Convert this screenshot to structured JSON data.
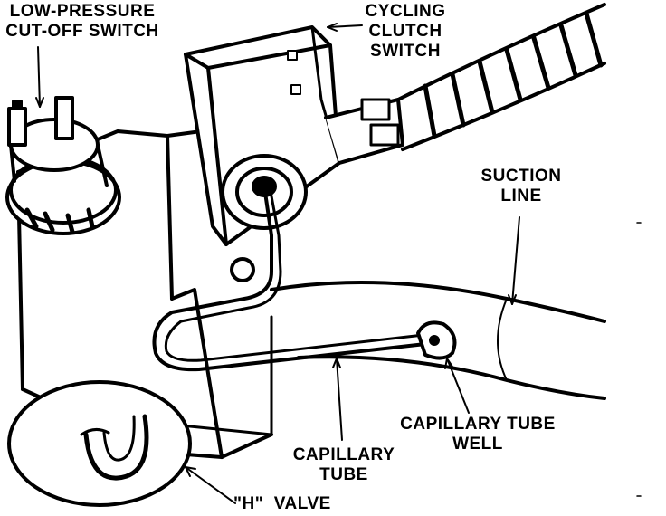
{
  "labels": {
    "low_pressure_switch": [
      "LOW-PRESSURE",
      "CUT-OFF SWITCH"
    ],
    "cycling_clutch_switch": [
      "CYCLING",
      "CLUTCH",
      "SWITCH"
    ],
    "suction_line": [
      "SUCTION",
      "LINE"
    ],
    "capillary_tube_well": [
      "CAPILLARY TUBE",
      "WELL"
    ],
    "capillary_tube": [
      "CAPILLARY",
      "TUBE"
    ],
    "h_valve": "\"H\"  VALVE"
  },
  "colors": {
    "ink": "#000000",
    "paper": "#ffffff"
  }
}
